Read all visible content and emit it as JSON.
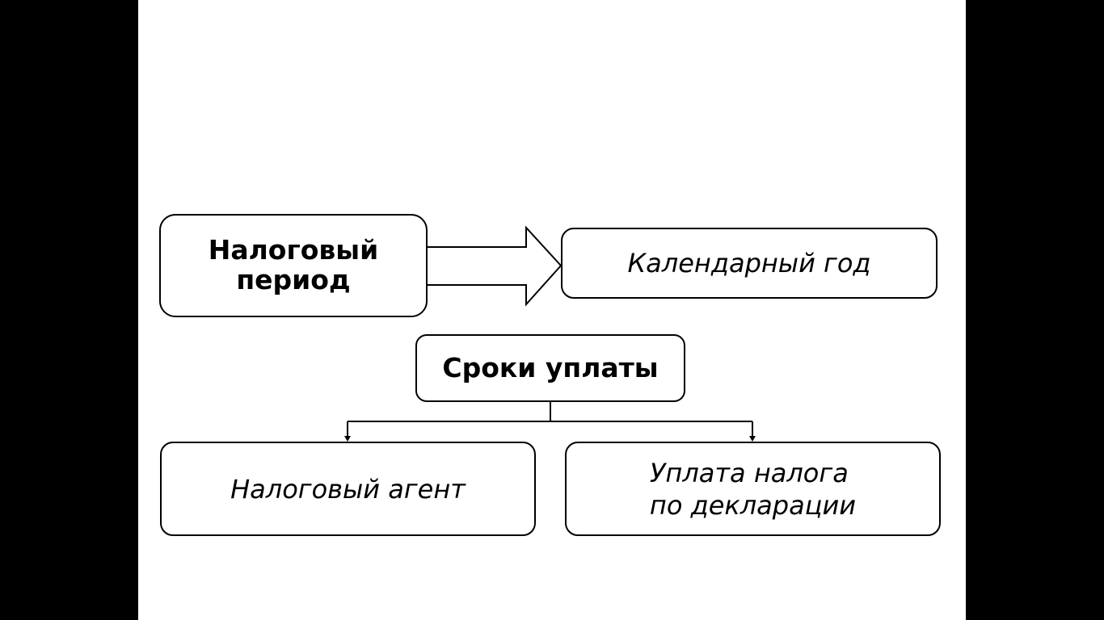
{
  "diagram": {
    "tax_period": {
      "label": "Налоговый\nпериод"
    },
    "calendar_year": {
      "label": "Календарный год"
    },
    "payment_terms": {
      "label": "Сроки уплаты"
    },
    "tax_agent": {
      "label": "Налоговый агент"
    },
    "declaration_payment": {
      "label": "Уплата налога\nпо декларации"
    }
  },
  "colors": {
    "background": "#000000",
    "slide": "#ffffff",
    "stroke": "#000000"
  }
}
